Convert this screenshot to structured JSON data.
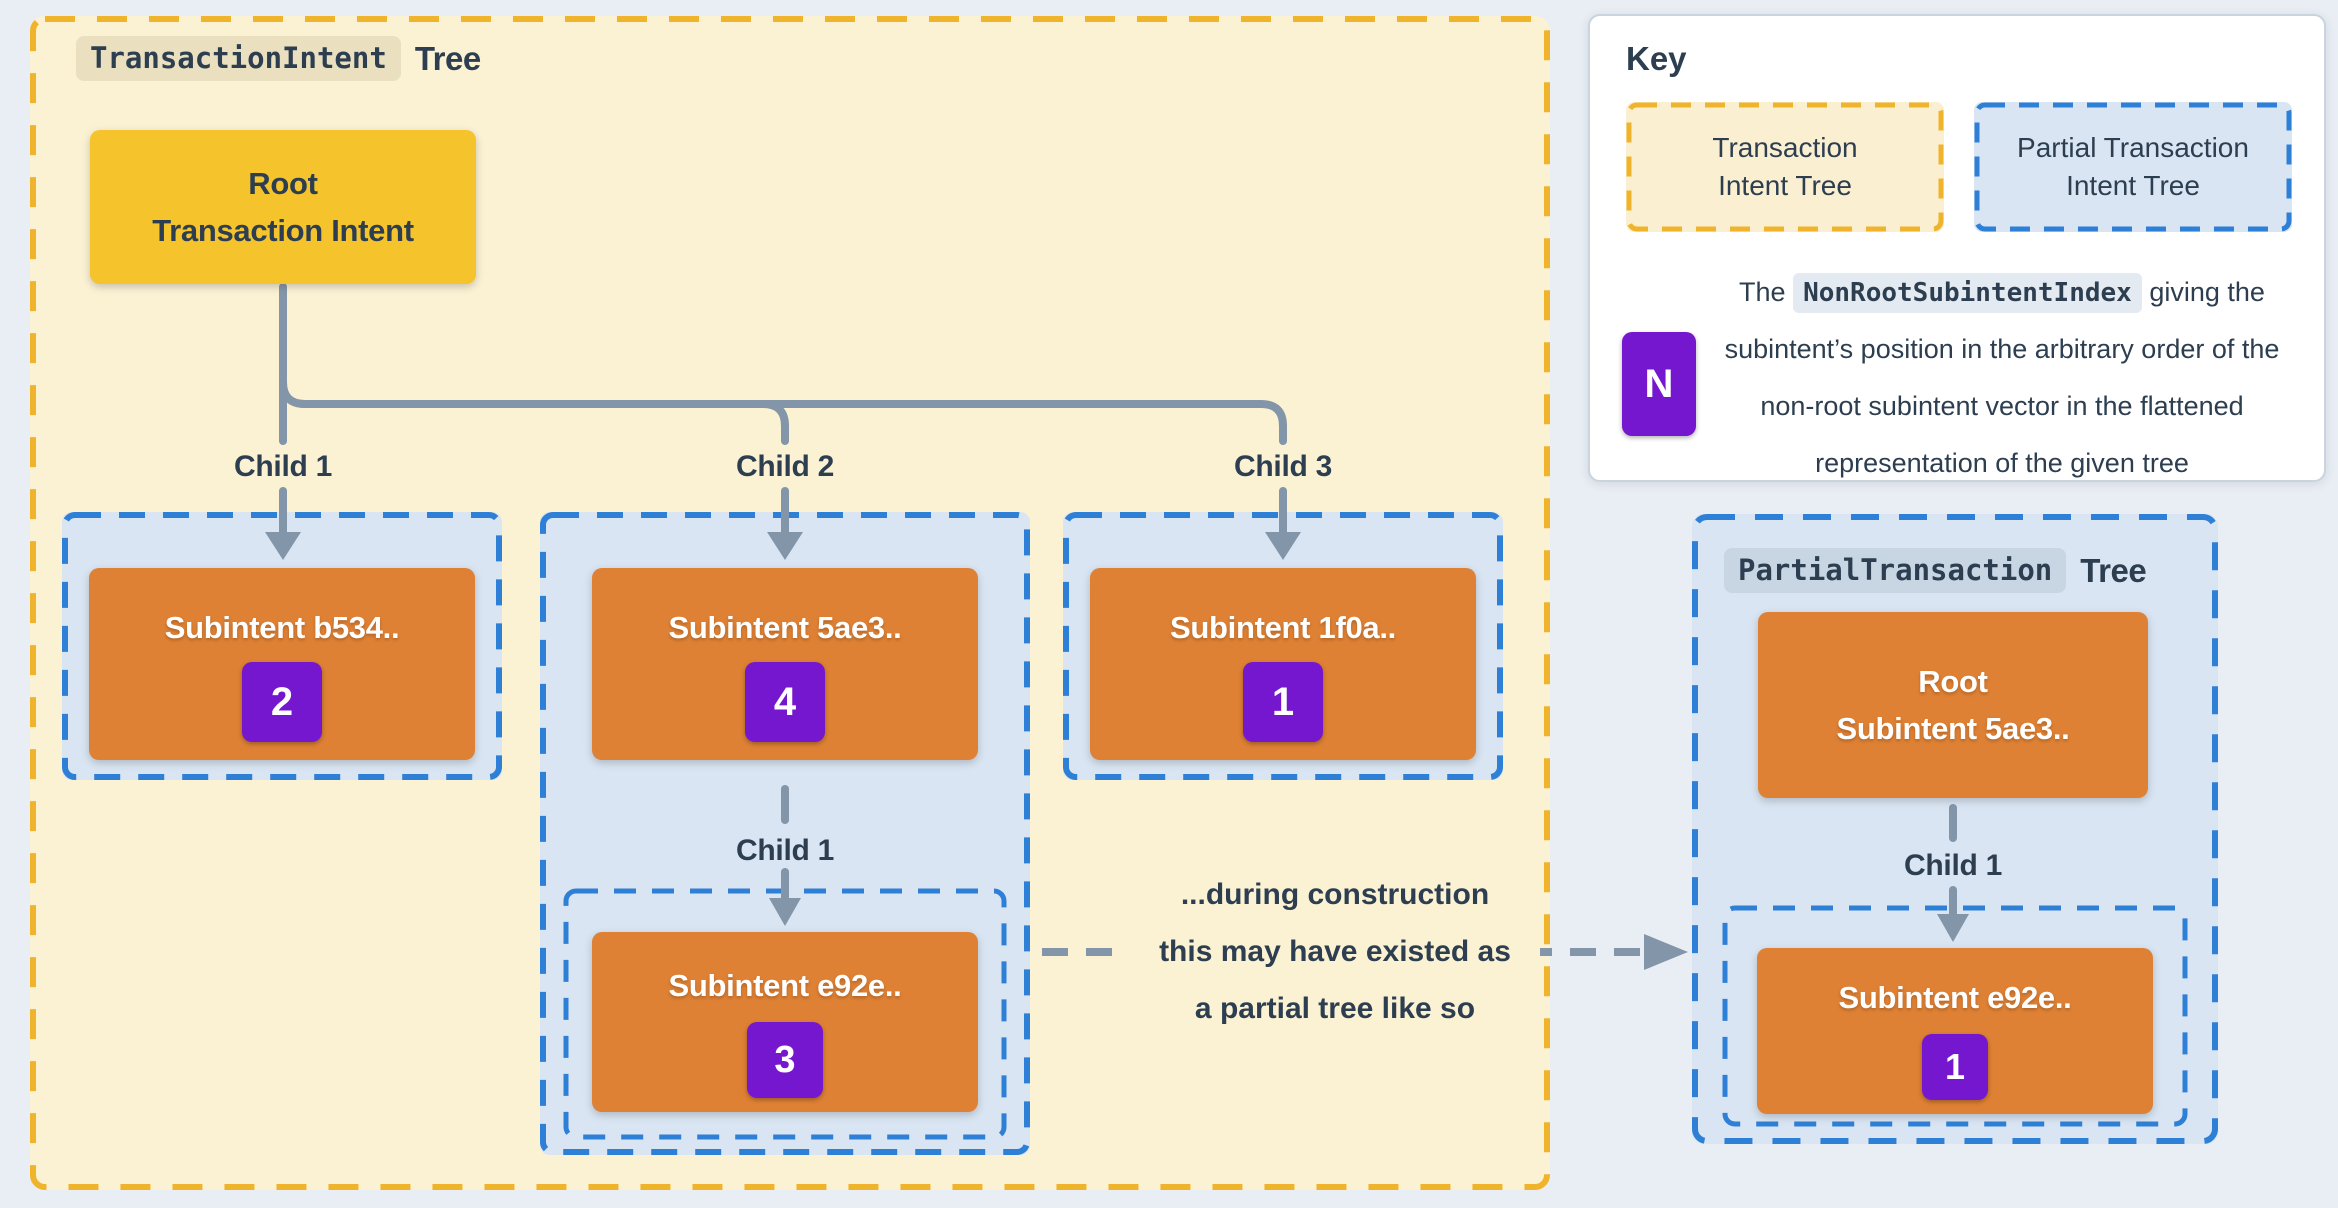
{
  "transaction_tree": {
    "title_code": "TransactionIntent",
    "title_suffix": "Tree",
    "root_node": {
      "line1": "Root",
      "line2": "Transaction Intent"
    },
    "children": [
      {
        "edge_label": "Child 1",
        "node_title": "Subintent b534..",
        "index": "2"
      },
      {
        "edge_label": "Child 2",
        "node_title": "Subintent 5ae3..",
        "index": "4",
        "nested": {
          "edge_label": "Child 1",
          "node_title": "Subintent e92e..",
          "index": "3"
        }
      },
      {
        "edge_label": "Child 3",
        "node_title": "Subintent 1f0a..",
        "index": "1"
      }
    ]
  },
  "annotation": {
    "line1": "...during construction",
    "line2": "this may have existed as",
    "line3": "a partial tree like so"
  },
  "key": {
    "title": "Key",
    "legend_yellow": {
      "line1": "Transaction",
      "line2": "Intent Tree"
    },
    "legend_blue": {
      "line1": "Partial Transaction",
      "line2": "Intent Tree"
    },
    "badge_letter": "N",
    "desc_pre": "The",
    "desc_code": "NonRootSubintentIndex",
    "desc_post": "giving the subintent’s position in the arbitrary order of the non-root subintent vector in the flattened representation of the given tree"
  },
  "partial_tree": {
    "title_code": "PartialTransaction",
    "title_suffix": "Tree",
    "root_node": {
      "line1": "Root",
      "line2": "Subintent 5ae3.."
    },
    "edge_label": "Child 1",
    "child_node": {
      "node_title": "Subintent e92e..",
      "index": "1"
    }
  },
  "colors": {
    "gold_border": "#F0B42C",
    "gold_fill": "#FBF1D3",
    "blue_border": "#2E7FD6",
    "blue_fill": "#D9E5F2",
    "node_orange": "#DF8134",
    "node_gold": "#F5C32B",
    "badge_purple": "#7517CE",
    "connector_gray": "#8396A9",
    "ink": "#2C3E50"
  }
}
